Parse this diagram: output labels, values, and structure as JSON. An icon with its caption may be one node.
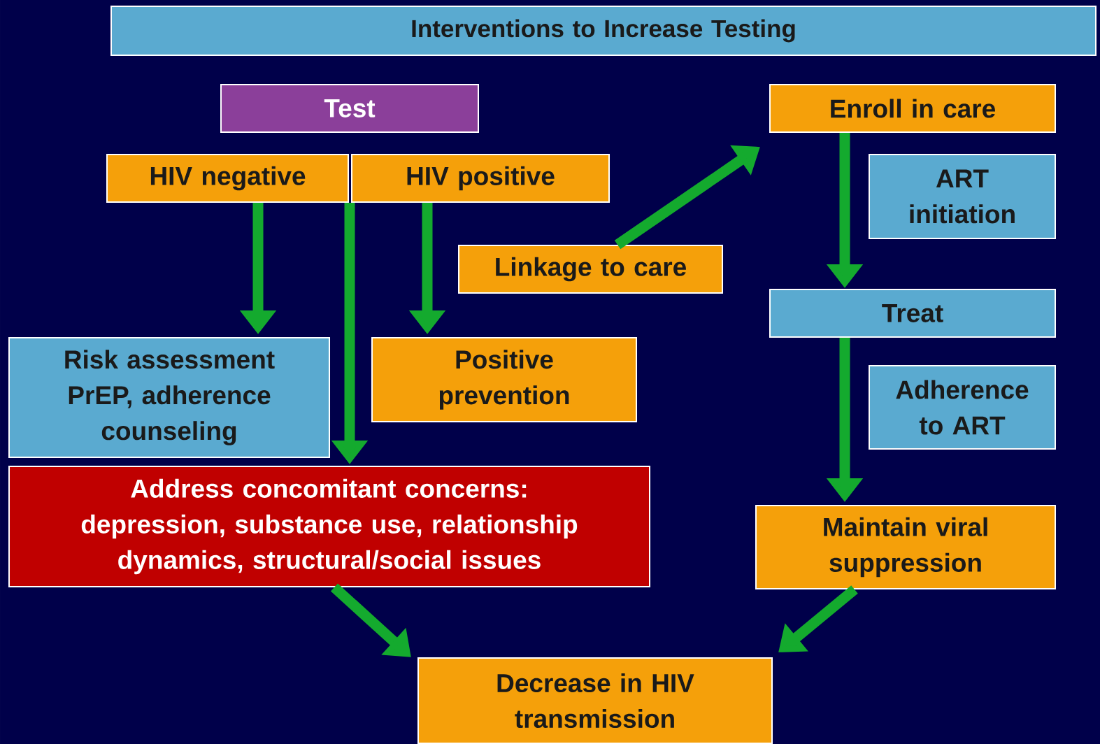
{
  "diagram": {
    "nodes": [
      {
        "text": [
          "Interventions to Increase Testing"
        ]
      },
      {
        "text": [
          "Test"
        ]
      },
      {
        "text": [
          "HIV negative"
        ]
      },
      {
        "text": [
          "HIV positive"
        ]
      },
      {
        "text": [
          "Enroll in care"
        ]
      },
      {
        "text": [
          "ART initiation"
        ]
      },
      {
        "text": [
          "Linkage to care"
        ]
      },
      {
        "text": [
          "Treat"
        ]
      },
      {
        "text": [
          "Risk assessment PrEP, adherence counseling"
        ]
      },
      {
        "text": [
          "Positive prevention"
        ]
      },
      {
        "text": [
          "Adherence to ART"
        ]
      },
      {
        "text": [
          "Address concomitant concerns: depression, substance use, relationship dynamics, structural/social issues"
        ]
      },
      {
        "text": [
          "Maintain viral suppression"
        ]
      },
      {
        "text": [
          "Decrease in HIV transmission"
        ]
      }
    ],
    "edges": [
      {
        "from": 2,
        "to": 8,
        "arrow": "to"
      },
      {
        "from": 2,
        "to": 11,
        "arrow": "to"
      },
      {
        "from": 3,
        "to": 9,
        "arrow": "to"
      },
      {
        "from": 6,
        "to": 4,
        "arrow": "to"
      },
      {
        "from": 4,
        "to": 7,
        "arrow": "to"
      },
      {
        "from": 7,
        "to": 12,
        "arrow": "to"
      },
      {
        "from": 11,
        "to": 13,
        "arrow": "to"
      },
      {
        "from": 12,
        "to": 13,
        "arrow": "to"
      }
    ]
  }
}
